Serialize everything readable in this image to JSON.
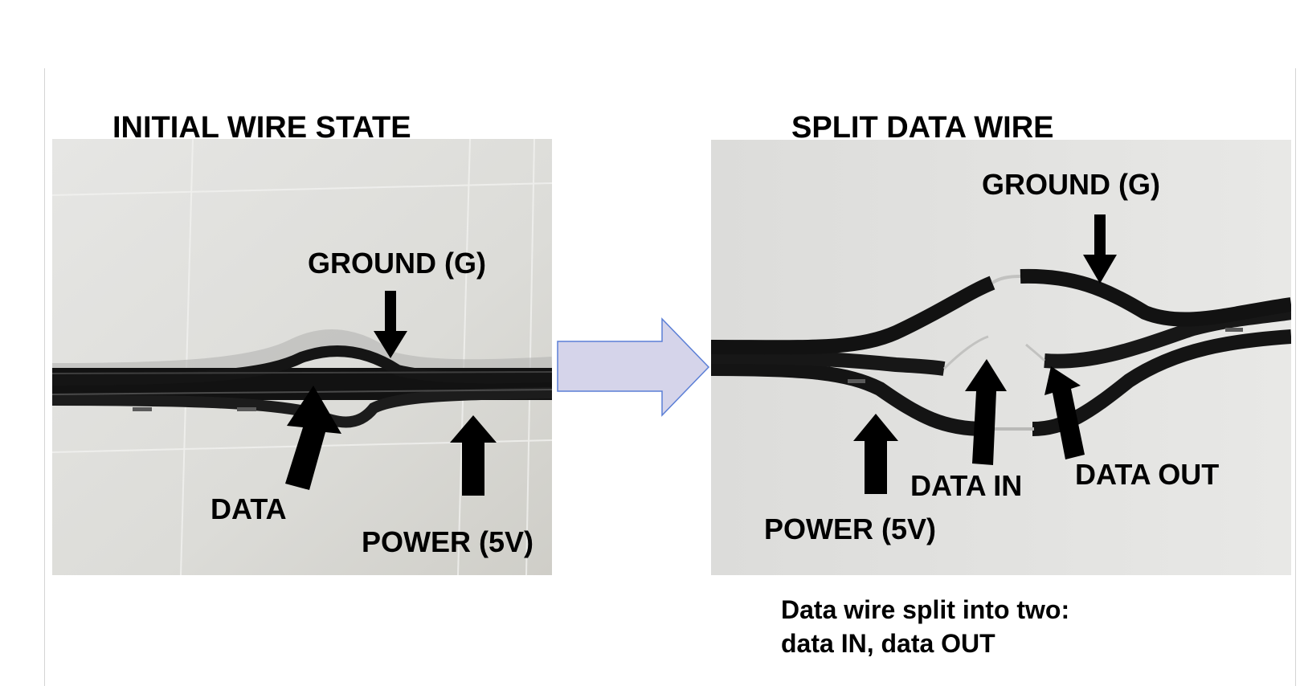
{
  "panels": {
    "initial": {
      "title": "INITIAL WIRE STATE",
      "labels": {
        "ground": "GROUND (G)",
        "data": "DATA",
        "power": "POWER (5V)"
      }
    },
    "split": {
      "title": "SPLIT DATA WIRE",
      "labels": {
        "ground": "GROUND (G)",
        "data_in": "DATA IN",
        "data_out": "DATA OUT",
        "power": "POWER (5V)"
      },
      "caption_line1": "Data wire split into two:",
      "caption_line2": "data IN, data OUT"
    }
  },
  "colors": {
    "flow_arrow_fill": "#d5d4ea",
    "flow_arrow_stroke": "#5b7fd6",
    "wire": "#141414",
    "paper": "#e2e0dc"
  },
  "icons": {
    "flow_arrow": "right-arrow-icon",
    "pointer": "black-pointer-arrow-icon"
  }
}
